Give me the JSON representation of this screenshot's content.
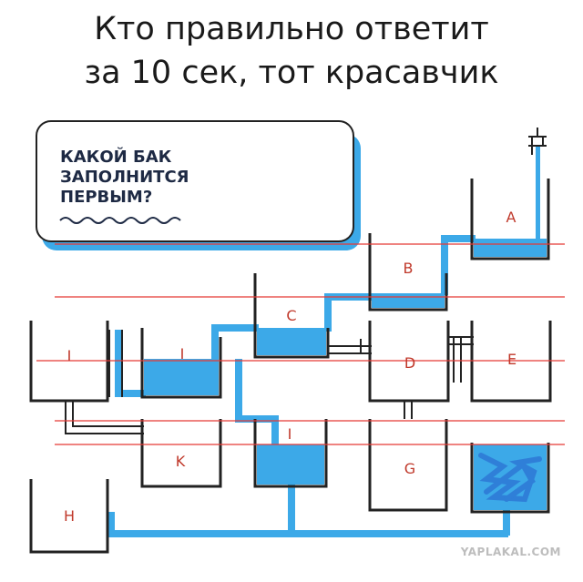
{
  "headline": {
    "line1": "Кто правильно ответит",
    "line2": "за 10 сек, тот красавчик"
  },
  "callout": {
    "lines": [
      "КАКОЙ БАК",
      "ЗАПОЛНИТСЯ",
      "ПЕРВЫМ?"
    ]
  },
  "tanks": {
    "a": "A",
    "b": "B",
    "c": "C",
    "d": "D",
    "e": "E",
    "g": "G",
    "h": "H",
    "k": "K",
    "i1": "I",
    "i2": "I",
    "i3": "I"
  },
  "watermark": "YAPLAKAL.COM",
  "colors": {
    "water": "#3ca9e8",
    "outline": "#222222",
    "guide_line": "#e53935",
    "label": "#c0392b"
  }
}
